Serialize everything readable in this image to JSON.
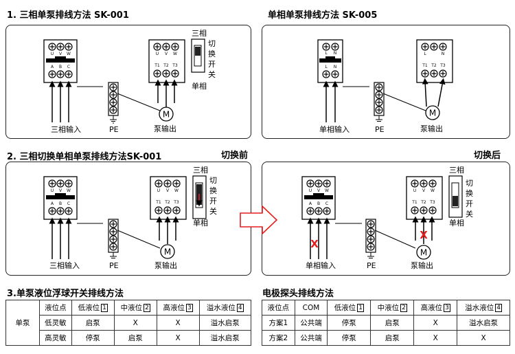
{
  "sections": {
    "s1_title": "1. 三相单泵排线方法 SK-001",
    "s2_title": "单相单泵排线方法 SK-005",
    "s3_title": "2. 三相切换单相单泵排线方法SK-001",
    "before_label": "切换前",
    "after_label": "切换后",
    "s4_title": "3.单泵液位浮球开关排线方法",
    "s5_title": "电极探头排线方法"
  },
  "diagram_labels": {
    "three_phase_input": "三相输入",
    "single_phase_input": "单相输入",
    "pe": "PE",
    "pump_output": "泵输出",
    "motor": "M",
    "switch_top": "三相",
    "switch_bottom": "单相",
    "switch_side": [
      "切",
      "换",
      "开",
      "关"
    ],
    "breaker_3p_top": [
      "U",
      "V",
      "W"
    ],
    "breaker_3p_bottom": [
      "A",
      "B",
      "C"
    ],
    "breaker_1p_top": [
      "L",
      "N"
    ],
    "breaker_1p_bottom": [
      "L",
      "N"
    ],
    "contactor_top": [
      "U",
      "V",
      "W"
    ],
    "contactor_bottom": [
      "T1",
      "T2",
      "T3"
    ],
    "contactor_1p_top": [
      "L",
      "N"
    ],
    "cross_mark": "X"
  },
  "float_table": {
    "row_header": "单泵",
    "columns": [
      "液位点",
      "低液位",
      "中液位",
      "高液位",
      "溢水液位"
    ],
    "column_nums": [
      "",
      "1",
      "2",
      "3",
      "4"
    ],
    "rows": [
      [
        "低灵敏",
        "启泵",
        "X",
        "X",
        "溢水启泵"
      ],
      [
        "高灵敏",
        "停泵",
        "启泵",
        "X",
        "溢水启泵"
      ]
    ]
  },
  "electrode_table": {
    "columns": [
      "液位点",
      "COM",
      "低液位",
      "中液位",
      "高液位",
      "溢水液位"
    ],
    "column_nums": [
      "",
      "",
      "1",
      "2",
      "3",
      "4"
    ],
    "rows": [
      [
        "方案1",
        "公共端",
        "停泵",
        "启泵",
        "X",
        "溢水启泵"
      ],
      [
        "方案2",
        "公共端",
        "停泵",
        "启泵",
        "X",
        "X"
      ]
    ]
  }
}
